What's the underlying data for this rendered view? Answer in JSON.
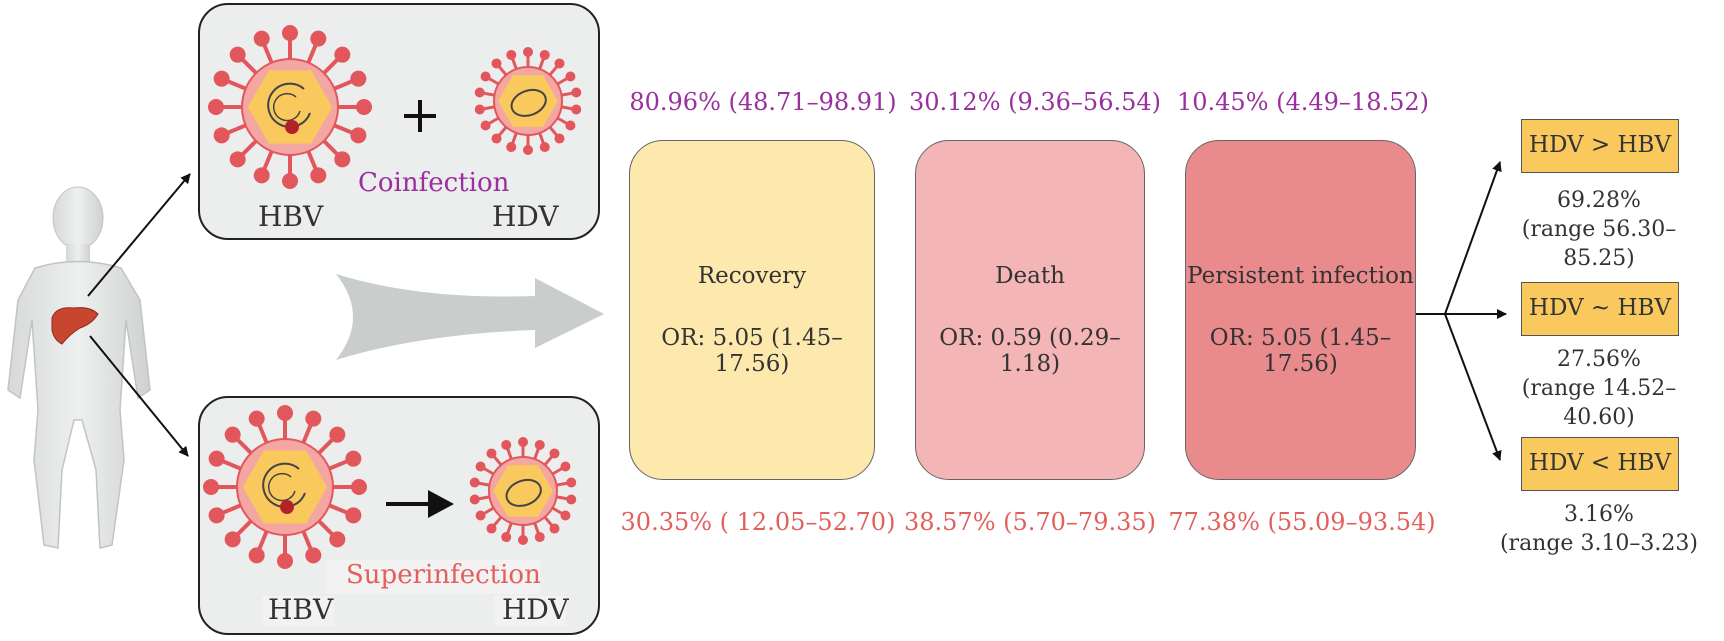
{
  "infection_panels": {
    "coinfection": {
      "label": "Coinfection",
      "virus_left": "HBV",
      "virus_right": "HDV",
      "operator": "+"
    },
    "superinfection": {
      "label": "Superinfection",
      "virus_left": "HBV",
      "virus_right": "HDV",
      "operator": "→"
    }
  },
  "outcomes": [
    {
      "name": "Recovery",
      "or": "OR: 5.05 (1.45–17.56)",
      "coinfection_pct": "80.96% (48.71–98.91)",
      "superinfection_pct": "30.35% ( 12.05–52.70)",
      "color": "#fde9ad"
    },
    {
      "name": "Death",
      "or": "OR: 0.59 (0.29–1.18)",
      "coinfection_pct": "30.12% (9.36–56.54)",
      "superinfection_pct": "38.57% (5.70–79.35)",
      "color": "#f3b5b5"
    },
    {
      "name": "Persistent infection",
      "or": "OR: 5.05 (1.45–17.56)",
      "coinfection_pct": "10.45% (4.49–18.52)",
      "superinfection_pct": "77.38% (55.09–93.54)",
      "color": "#e98a8d"
    }
  ],
  "dominance": [
    {
      "label": "HDV > HBV",
      "pct": "69.28%",
      "range": "(range 56.30–85.25)"
    },
    {
      "label": "HDV ~ HBV",
      "pct": "27.56%",
      "range": "(range 14.52–40.60)"
    },
    {
      "label": "HDV < HBV",
      "pct": "3.16%",
      "range": "(range 3.10–3.23)"
    }
  ],
  "colors": {
    "coinfection_text": "#9a2f9e",
    "superinfection_text": "#e2605c",
    "virus_spike": "#e2575b",
    "virus_ring": "#f4a6a3",
    "virus_core": "#f9c95e",
    "panel_bg": "#eceded",
    "big_arrow": "#c9cdcc"
  },
  "icons": [
    "human-silhouette-icon",
    "liver-icon",
    "hbv-virus-icon",
    "hdv-virus-icon",
    "big-right-arrow-icon"
  ]
}
